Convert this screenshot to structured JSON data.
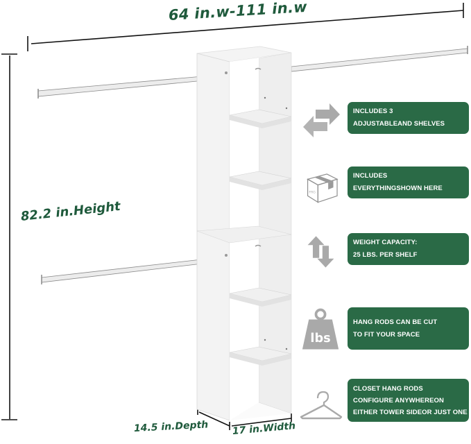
{
  "dimensions": {
    "overall_width": "64 in.w-111 in.w",
    "height": "82.2 in.Height",
    "depth": "14.5 in.Depth",
    "tower_width": "17 in.Width"
  },
  "features": [
    {
      "icon": "adjust-arrows-horizontal-icon",
      "lines": [
        "INCLUDES 3",
        "ADJUSTABLEAND SHELVES"
      ]
    },
    {
      "icon": "package-box-icon",
      "lines": [
        "INCLUDES",
        "EVERYTHINGSHOWN HERE"
      ]
    },
    {
      "icon": "arrows-up-down-icon",
      "lines": [
        "WEIGHT CAPACITY:",
        "25 LBS. PER SHELF"
      ]
    },
    {
      "icon": "weight-lbs-icon",
      "icon_text": "lbs",
      "lines": [
        "HANG RODS CAN BE CUT",
        "TO FIT YOUR SPACE"
      ]
    },
    {
      "icon": "clothes-hanger-icon",
      "lines": [
        "CLOSET HANG RODS",
        "CONFIGURE ANYWHEREON",
        "EITHER TOWER SIDEOR JUST ONE"
      ]
    }
  ],
  "colors": {
    "label_green": "#1f5a3c",
    "box_green": "#2a6a46",
    "icon_gray": "#a9a9a9",
    "tower_white": "#f7f7f7",
    "tower_shade": "#e6e6e6"
  }
}
